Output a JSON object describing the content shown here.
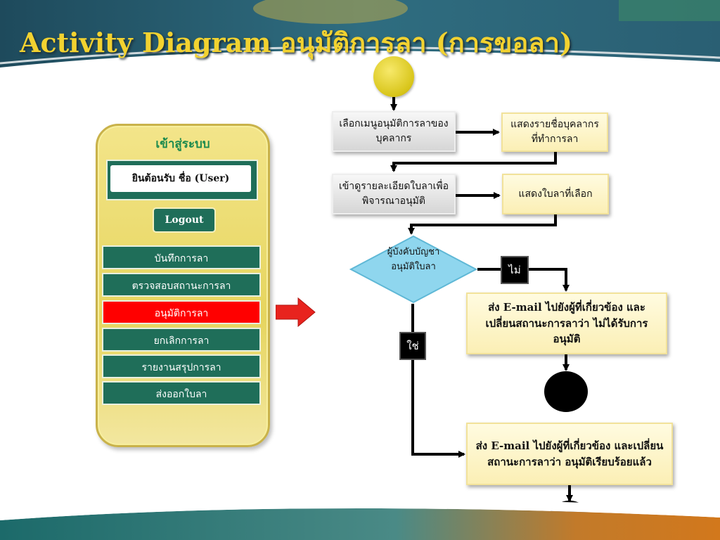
{
  "slide": {
    "title": "Activity Diagram อนุมัติการลา (การขอลา)"
  },
  "app_panel": {
    "header": "เข้าสู่ระบบ",
    "welcome": "ยินต้อนรับ  ชื่อ (User)",
    "logout": "Logout",
    "menu": [
      {
        "label": "บันทึกการลา",
        "active": false
      },
      {
        "label": "ตรวจสอบสถานะการลา",
        "active": false
      },
      {
        "label": "อนุมัติการลา",
        "active": true
      },
      {
        "label": "ยกเลิกการลา",
        "active": false
      },
      {
        "label": "รายงานสรุปการลา",
        "active": false
      },
      {
        "label": "ส่งออกใบลา",
        "active": false
      }
    ]
  },
  "flow": {
    "step1": "เลือกเมนูอนุมัติการลาของบุคลากร",
    "step1_result": "แสดงรายชื่อบุคลากรที่ทำการลา",
    "step2": "เข้าดูรายละเอียดใบลาเพื่อพิจารณาอนุมัติ",
    "step2_result": "แสดงใบลาที่เลือก",
    "decision": "ผู้บังคับบัญชาอนุมัติใบลา",
    "no_label": "ไม่",
    "yes_label": "ใช่",
    "reject_action": "ส่ง E-mail ไปยังผู้ที่เกี่ยวข้อง และเปลี่ยนสถานะการลาว่า ไม่ได้รับการอนุมัติ",
    "approve_action": "ส่ง E-mail ไปยังผู้ที่เกี่ยวข้อง และเปลี่ยนสถานะการลาว่า อนุมัติเรียบร้อยแล้ว"
  },
  "colors": {
    "title": "#f2d230",
    "menu_bg": "#1f6e59",
    "menu_active": "#ff0000",
    "decision_fill": "#8fd6ee",
    "arrow_red": "#e8231e"
  }
}
